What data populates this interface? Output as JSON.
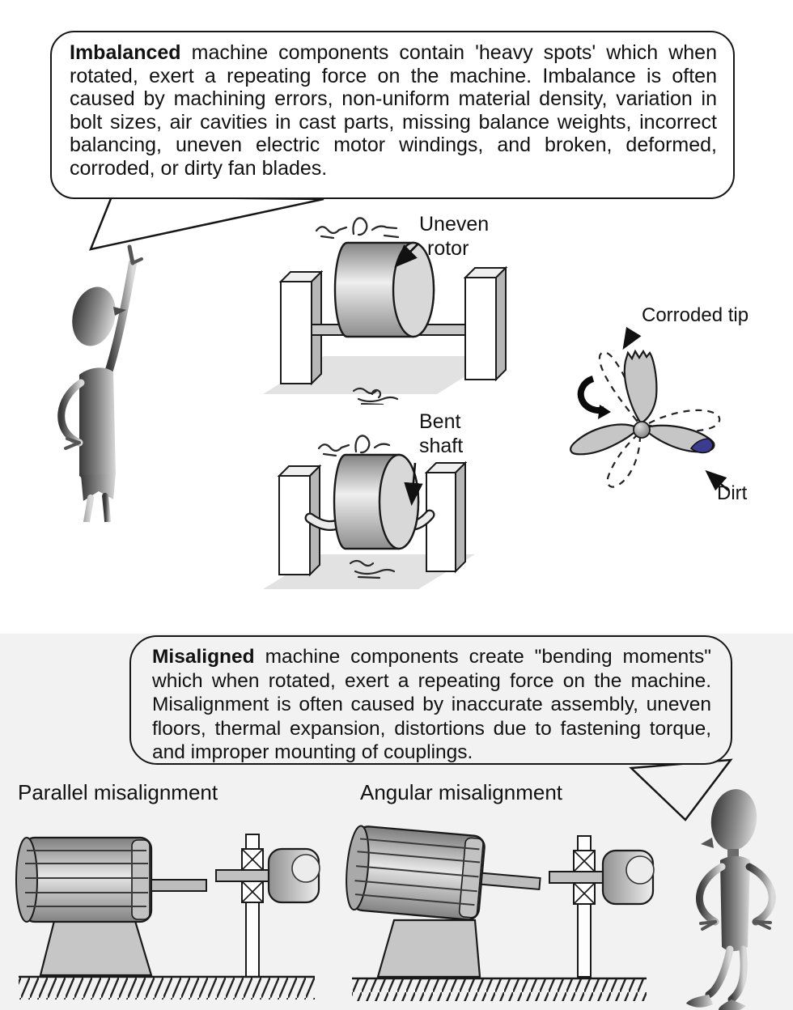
{
  "imbalance": {
    "bubble_bold": "Imbalanced",
    "bubble_text": " machine components contain 'heavy spots' which when rotated, exert a repeating force on the machine.  Imbalance is often caused by machining errors, non-uniform material density, variation in bolt sizes, air cavities in cast parts, missing balance weights, incorrect balancing, uneven electric motor windings, and broken, deformed, corroded, or dirty fan blades.",
    "uneven_rotor": {
      "line1": "Uneven",
      "line2": "rotor"
    },
    "bent_shaft": {
      "line1": "Bent",
      "line2": "shaft"
    },
    "corroded_tip": "Corroded tip",
    "dirt": "Dirt"
  },
  "misalignment": {
    "bubble_bold": "Misaligned",
    "bubble_text": " machine components create \"bending moments\" which when rotated, exert a repeating force on the machine.  Misalignment is often caused by inaccurate assembly, uneven floors, thermal expansion, distortions due to fastening torque, and improper mounting of couplings.",
    "parallel_label": "Parallel misalignment",
    "angular_label": "Angular misalignment"
  },
  "colors": {
    "dirt_patch": "#3b3b8f",
    "panel_background": "#f2f2f2",
    "metal_gray": "#c6c6c6",
    "floor_gray": "#e2e2e2",
    "outline": "#1a1a1a"
  }
}
